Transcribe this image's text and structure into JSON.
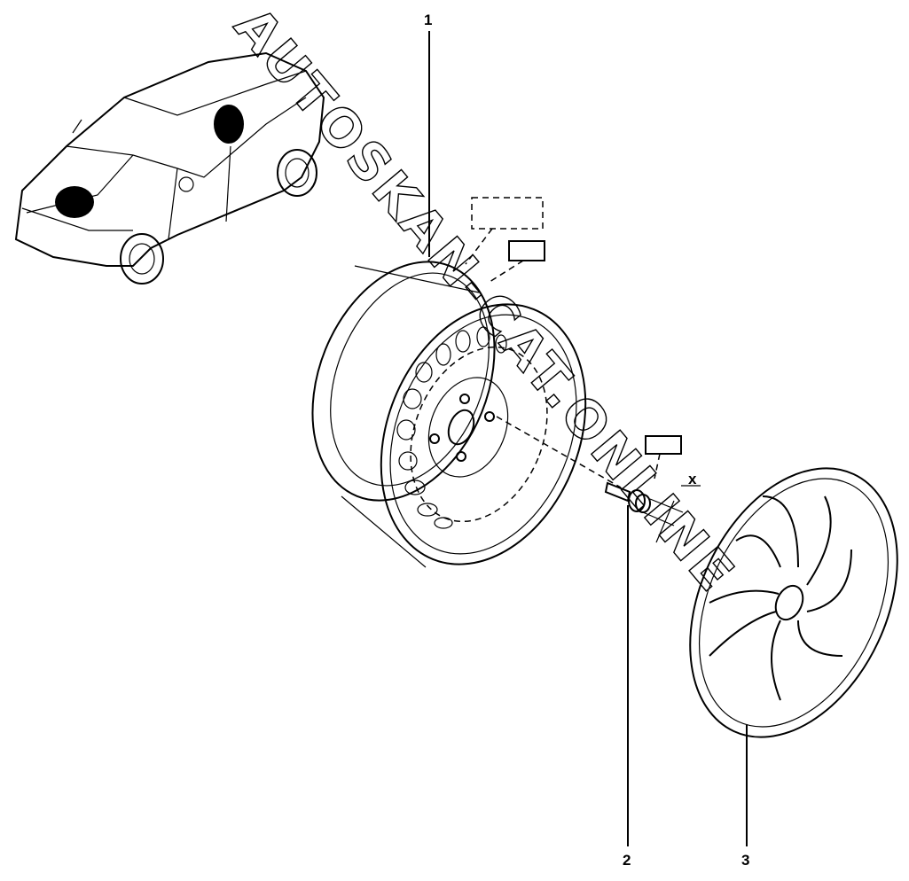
{
  "diagram": {
    "callouts": [
      {
        "number": "1",
        "part": "wheel-rim"
      },
      {
        "number": "2",
        "part": "wheel-bolt"
      },
      {
        "number": "3",
        "part": "hubcap"
      }
    ],
    "dimension_label": "x",
    "watermark": "AUTOSKAN-CAT.ONLINE"
  }
}
